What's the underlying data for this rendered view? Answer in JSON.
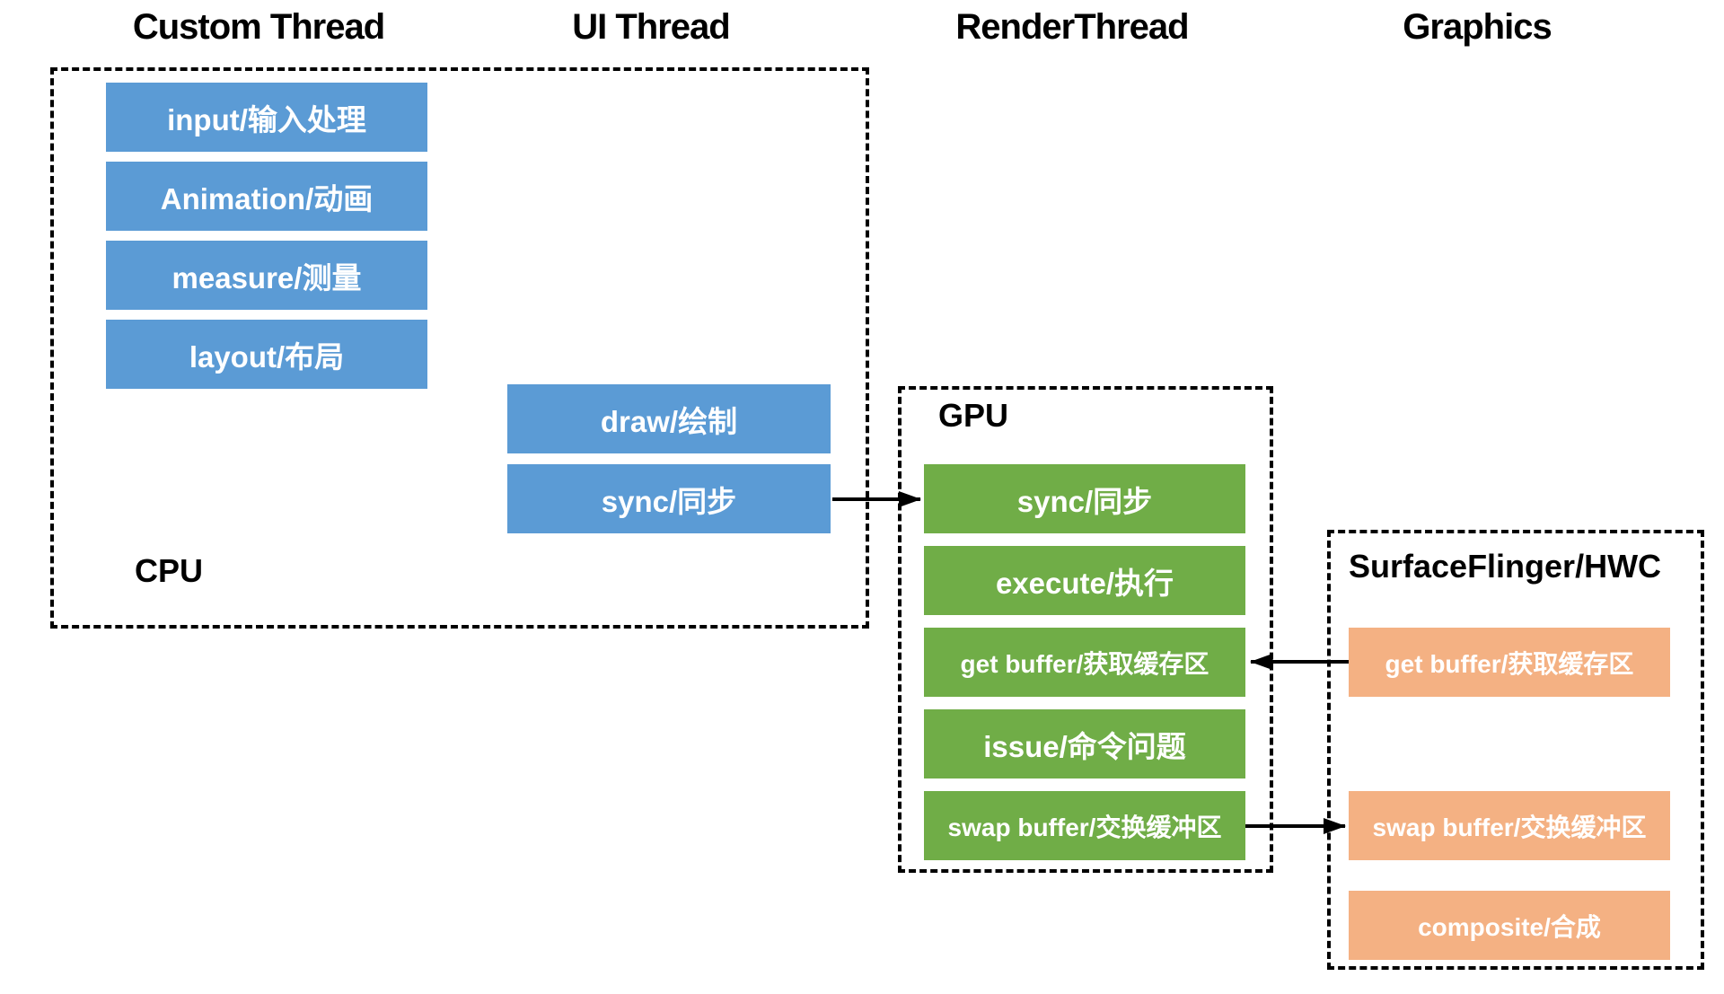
{
  "colors": {
    "background": "#ffffff",
    "blue": "#5B9BD5",
    "green": "#70AD47",
    "orange": "#F4B183",
    "line": "#000000",
    "title": "#000000",
    "box-text": "#ffffff"
  },
  "headers": [
    {
      "label": "Custom Thread"
    },
    {
      "label": "UI Thread"
    },
    {
      "label": "RenderThread"
    },
    {
      "label": "Graphics"
    }
  ],
  "groups": {
    "cpu": {
      "label": "CPU"
    },
    "gpu": {
      "label": "GPU"
    },
    "surfaceflinger": {
      "label": "SurfaceFlinger/HWC"
    }
  },
  "boxes": {
    "custom_thread": [
      "input/输入处理",
      "Animation/动画",
      "measure/测量",
      "layout/布局"
    ],
    "ui_thread": [
      "draw/绘制",
      "sync/同步"
    ],
    "gpu": [
      "sync/同步",
      "execute/执行",
      "get buffer/获取缓存区",
      "issue/命令问题",
      "swap buffer/交换缓冲区"
    ],
    "surfaceflinger": [
      "get buffer/获取缓存区",
      "swap buffer/交换缓冲区",
      "composite/合成"
    ]
  },
  "arrows": [
    {
      "name": "ui-sync-to-gpu-sync",
      "from": "ui_thread.sync",
      "to": "gpu.sync",
      "direction": "right"
    },
    {
      "name": "sf-getbuffer-to-gpu-getbuffer",
      "from": "surfaceflinger.get_buffer",
      "to": "gpu.get_buffer",
      "direction": "left"
    },
    {
      "name": "gpu-swapbuffer-to-sf-swapbuffer",
      "from": "gpu.swap_buffer",
      "to": "surfaceflinger.swap_buffer",
      "direction": "right"
    }
  ]
}
